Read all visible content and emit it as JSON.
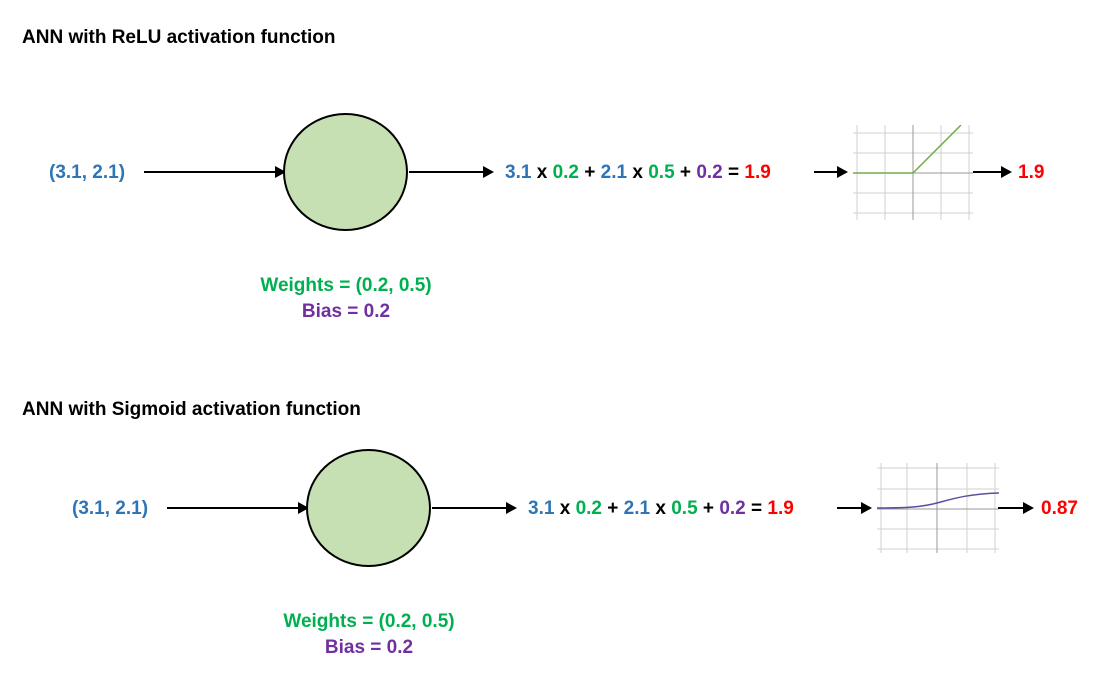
{
  "colors": {
    "input": "#2e75b6",
    "weight": "#00b050",
    "bias": "#7030a0",
    "result": "#ff0000",
    "neuron_fill": "#c6e0b4",
    "relu_curve": "#70ad47",
    "sigmoid_curve": "#5b4ea3",
    "grid": "#cccccc"
  },
  "relu": {
    "title": "ANN with ReLU activation function",
    "input": "(3.1, 2.1)",
    "eq": {
      "x1": "3.1",
      "op1": "x",
      "w1": "0.2",
      "plus1": "+",
      "x2": "2.1",
      "op2": "x",
      "w2": "0.5",
      "plus2": "+",
      "b": "0.2",
      "eqsign": "=",
      "result": "1.9"
    },
    "output": "1.9",
    "weights_label": "Weights = (0.2, 0.5)",
    "bias_label": "Bias = 0.2"
  },
  "sigmoid": {
    "title": "ANN with Sigmoid activation function",
    "input": "(3.1, 2.1)",
    "eq": {
      "x1": "3.1",
      "op1": "x",
      "w1": "0.2",
      "plus1": "+",
      "x2": "2.1",
      "op2": "x",
      "w2": "0.5",
      "plus2": "+",
      "b": "0.2",
      "eqsign": "=",
      "result": "1.9"
    },
    "output": "0.87",
    "weights_label": "Weights = (0.2, 0.5)",
    "bias_label": "Bias = 0.2"
  }
}
